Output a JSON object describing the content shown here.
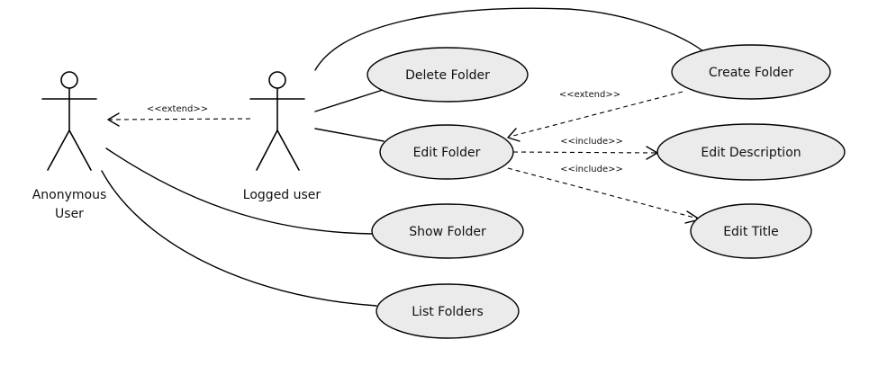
{
  "actors": {
    "anonymous": {
      "line1": "Anonymous",
      "line2": "User"
    },
    "logged": {
      "label": "Logged user"
    }
  },
  "use_cases": {
    "delete_folder": "Delete Folder",
    "create_folder": "Create Folder",
    "edit_folder": "Edit Folder",
    "edit_description": "Edit Description",
    "edit_title": "Edit Title",
    "show_folder": "Show Folder",
    "list_folders": "List Folders"
  },
  "relations": {
    "actor_extend": "<<extend>>",
    "create_extend": "<<extend>>",
    "include_description": "<<include>>",
    "include_title": "<<include>>"
  }
}
